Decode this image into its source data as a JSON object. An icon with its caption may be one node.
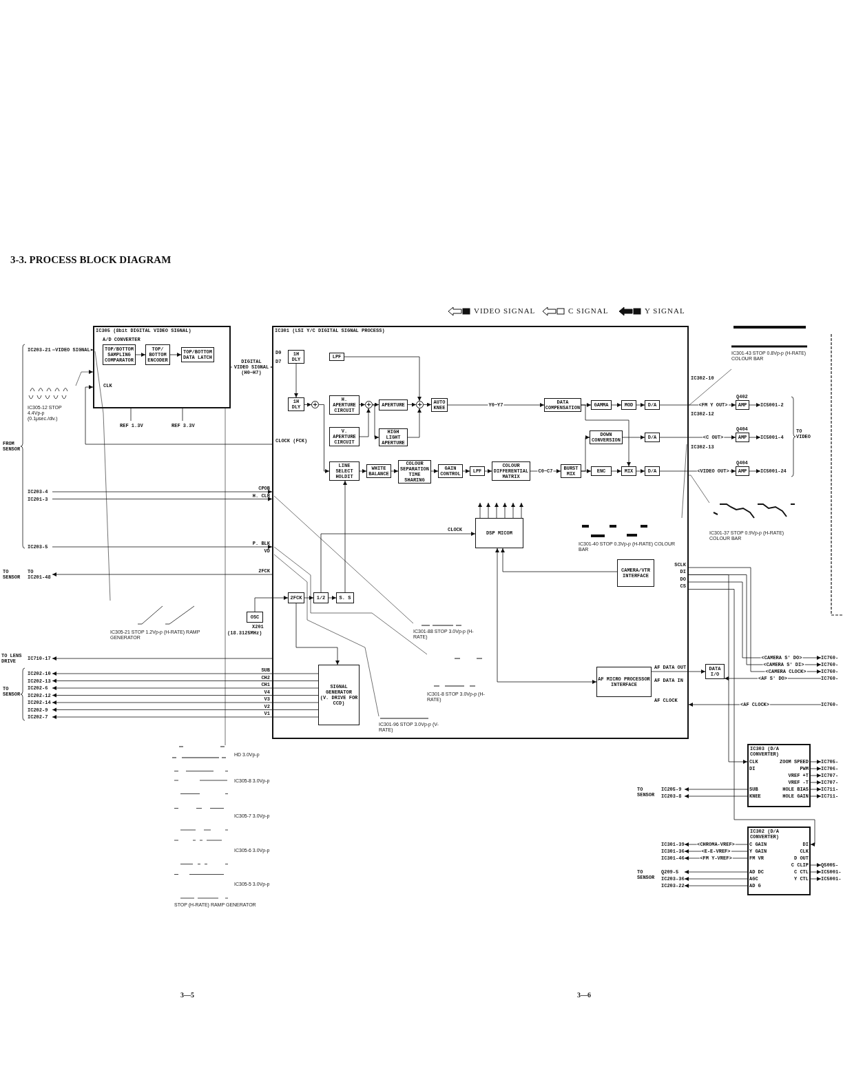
{
  "diagram": {
    "title": "3-3. PROCESS BLOCK DIAGRAM",
    "nodes": [
      {
        "text": [
          "IC305 (8bit DIGITAL VIDEO SIGNAL)",
          "A/D CONVERTER"
        ]
      },
      {
        "text": [
          "TOP/BOTTOM SAMPLING COMPARATOR"
        ],
        "in": 0
      },
      {
        "text": [
          "TOP/ BOTTOM ENCODER"
        ],
        "in": 0
      },
      {
        "text": [
          "TOP/BOTTOM DATA LATCH"
        ],
        "in": 0
      },
      {
        "text": [
          "IC301 (LSI Y/C DIGITAL SIGNAL PROCESS)"
        ]
      },
      {
        "text": [
          "1H DLY"
        ],
        "in": 4
      },
      {
        "text": [
          "1H DLY"
        ],
        "in": 4
      },
      {
        "text": [
          "LPF"
        ],
        "in": 4
      },
      {
        "text": [
          "H. APERTURE CIRCUIT"
        ],
        "in": 4
      },
      {
        "text": [
          "V. APERTURE CIRCUIT"
        ],
        "in": 4
      },
      {
        "text": [
          "APERTURE"
        ],
        "in": 4
      },
      {
        "text": [
          "HIGH LIGHT APERTURE"
        ],
        "in": 4
      },
      {
        "text": [
          "AUTO KNEE"
        ],
        "in": 4
      },
      {
        "text": [
          "LINE SELECT HOLDIT"
        ],
        "in": 4
      },
      {
        "text": [
          "WHITE BALANCE"
        ],
        "in": 4
      },
      {
        "text": [
          "COLOUR SEPARATION TIME SHARING"
        ],
        "in": 4
      },
      {
        "text": [
          "GAIN CONTROL"
        ],
        "in": 4
      },
      {
        "text": [
          "LPF"
        ],
        "in": 4
      },
      {
        "text": [
          "COLOUR DIFFERENTIAL MATRIX"
        ],
        "in": 4
      },
      {
        "text": [
          "DATA COMPENSATION"
        ],
        "in": 4
      },
      {
        "text": [
          "GAMMA"
        ],
        "in": 4
      },
      {
        "text": [
          "MOD"
        ],
        "in": 4
      },
      {
        "text": [
          "D/A"
        ],
        "in": 4
      },
      {
        "text": [
          "DOWN CONVERSION"
        ],
        "in": 4
      },
      {
        "text": [
          "D/A"
        ],
        "in": 4
      },
      {
        "text": [
          "BURST MIX"
        ],
        "in": 4
      },
      {
        "text": [
          "ENC"
        ],
        "in": 4
      },
      {
        "text": [
          "MIX"
        ],
        "in": 4
      },
      {
        "text": [
          "D/A"
        ],
        "in": 4
      },
      {
        "text": [
          "DSP MICOM"
        ],
        "in": 4
      },
      {
        "text": [
          "CAMERA/VTR INTERFACE"
        ],
        "in": 4
      },
      {
        "text": [
          "AF MICRO PROCESSOR INTERFACE"
        ],
        "in": 4
      },
      {
        "text": [
          "2FCK"
        ],
        "in": 4
      },
      {
        "text": [
          "1/2"
        ],
        "in": 4
      },
      {
        "text": [
          "S. S"
        ],
        "in": 4
      },
      {
        "text": [
          "OSC"
        ],
        "beside": [
          "X201",
          "(18.3125MHz)"
        ]
      },
      {
        "text": [
          "SIGNAL GENERATOR",
          "(V. DRIVE FOR CCD)"
        ],
        "in": 4
      },
      {
        "text": [
          "DATA I/O"
        ]
      },
      {
        "text": [
          "AMP"
        ],
        "beside": [
          "Q402"
        ]
      },
      {
        "text": [
          "AMP"
        ],
        "beside": [
          "Q404"
        ]
      },
      {
        "text": [
          "AMP"
        ],
        "beside": [
          "Q404"
        ]
      },
      {
        "text": [
          "IC303 (D/A CONVERTER)"
        ]
      },
      {
        "text": [
          "IC302 (D/A CONVERTER)"
        ]
      },
      {
        "text": [
          "+"
        ],
        "in": 4
      },
      {
        "text": [
          "+"
        ],
        "in": 4
      },
      {
        "text": [
          "+"
        ],
        "in": 4
      },
      {
        "text": [
          "IC305-12 STOP 4.4Vp-p (0.1μsec./div.)"
        ]
      },
      {
        "text": [
          "IC305-21 STOP 1.2Vp-p (H-RATE) RAMP GENERATOR"
        ]
      },
      {
        "text": [
          "IC301-88 STOP 3.0Vp-p (H-RATE)"
        ],
        "in": 4
      },
      {
        "text": [
          "IC301-96 STOP 3.0Vp-p (V-RATE)"
        ],
        "in": 4
      },
      {
        "text": [
          "IC301-8 STOP 3.0Vp-p (H-RATE)"
        ],
        "in": 4
      },
      {
        "text": [
          "IC301-43 STOP 0.8Vp-p (H-RATE) COLOUR BAR"
        ]
      },
      {
        "text": [
          "IC301-40 STOP 0.3Vp-p (H-RATE) COLOUR BAR"
        ],
        "in": 4
      },
      {
        "text": [
          "IC301-37 STOP 0.9Vp-p (H-RATE) COLOUR BAR"
        ]
      },
      {
        "text": [
          "HD 3.0Vp-p"
        ]
      },
      {
        "text": [
          "IC203-21"
        ]
      },
      {
        "text": [
          "IC203-4"
        ]
      },
      {
        "text": [
          "IC201-3"
        ]
      },
      {
        "text": [
          "IC203-5"
        ]
      },
      {
        "text": [
          "TO IC201-48"
        ]
      },
      {
        "text": [
          "IC710-17"
        ]
      },
      {
        "text": [
          "IC202-10"
        ]
      },
      {
        "text": [
          "IC202-13"
        ]
      },
      {
        "text": [
          "IC202-6"
        ]
      },
      {
        "text": [
          "IC202-12"
        ]
      },
      {
        "text": [
          "IC202-14"
        ]
      },
      {
        "text": [
          "IC202-9"
        ]
      },
      {
        "text": [
          "IC202-7"
        ]
      },
      {
        "text": [
          "IC5001-2"
        ]
      },
      {
        "text": [
          "IC5001-4"
        ]
      },
      {
        "text": [
          "IC5001-24"
        ]
      },
      {
        "text": [
          "IC760-"
        ]
      },
      {
        "text": [
          "IC760-"
        ]
      },
      {
        "text": [
          "IC760-"
        ]
      },
      {
        "text": [
          "IC760-"
        ]
      },
      {
        "text": [
          "IC760-"
        ]
      },
      {
        "text": [
          "IC205-9"
        ]
      },
      {
        "text": [
          "IC203-8"
        ]
      },
      {
        "text": [
          "IC705-"
        ]
      },
      {
        "text": [
          "IC706-"
        ]
      },
      {
        "text": [
          "IC707-"
        ]
      },
      {
        "text": [
          "IC707-"
        ]
      },
      {
        "text": [
          "IC711-"
        ]
      },
      {
        "text": [
          "IC711-"
        ]
      },
      {
        "text": [
          "IC301-39"
        ]
      },
      {
        "text": [
          "IC301-36"
        ]
      },
      {
        "text": [
          "IC301-46"
        ]
      },
      {
        "text": [
          "Q209-5"
        ]
      },
      {
        "text": [
          "IC203-36"
        ]
      },
      {
        "text": [
          "IC203-22"
        ]
      },
      {
        "text": [
          "Q5005-"
        ]
      },
      {
        "text": [
          "IC5001-"
        ]
      },
      {
        "text": [
          "IC5001-"
        ]
      }
    ],
    "edges": [
      {
        "from": 55,
        "to": 0,
        "arrow": "to",
        "label": "VIDEO SIGNAL"
      },
      {
        "from": 1,
        "to": 2,
        "arrow": "to"
      },
      {
        "from": 2,
        "to": 3,
        "arrow": "to"
      },
      {
        "from": 0,
        "to": 4,
        "arrow": "to",
        "label": "DIGITAL VIDEO SIGNAL (H0~H7)"
      },
      {
        "from": 4,
        "to": 0,
        "arrow": "to"
      },
      {
        "from": 5,
        "to": 6,
        "arrow": "to"
      },
      {
        "from": 6,
        "to": 43,
        "arrow": "to"
      },
      {
        "from": 43,
        "to": 13,
        "arrow": "to"
      },
      {
        "from": 7,
        "to": 45,
        "arrow": "to"
      },
      {
        "from": 8,
        "to": 44,
        "arrow": "to"
      },
      {
        "from": 9,
        "to": 44,
        "arrow": "to"
      },
      {
        "from": 44,
        "to": 10,
        "arrow": "to"
      },
      {
        "from": 44,
        "to": 11,
        "arrow": "to"
      },
      {
        "from": 10,
        "to": 45,
        "arrow": "to"
      },
      {
        "from": 11,
        "to": 45,
        "arrow": "to"
      },
      {
        "from": 45,
        "to": 12,
        "arrow": "to"
      },
      {
        "from": 12,
        "to": 19,
        "arrow": "to",
        "label": "Y0~Y7"
      },
      {
        "from": 13,
        "to": 14,
        "arrow": "to"
      },
      {
        "from": 14,
        "to": 15,
        "arrow": "to"
      },
      {
        "from": 15,
        "to": 16,
        "arrow": "to"
      },
      {
        "from": 16,
        "to": 17,
        "arrow": "to"
      },
      {
        "from": 17,
        "to": 18,
        "arrow": "to"
      },
      {
        "from": 18,
        "to": 25,
        "arrow": "to",
        "label": "C0~C7"
      },
      {
        "from": 19,
        "to": 20,
        "arrow": "to"
      },
      {
        "from": 20,
        "to": 21,
        "arrow": "to"
      },
      {
        "from": 21,
        "to": 22,
        "arrow": "to"
      },
      {
        "from": 19,
        "to": 27,
        "arrow": "to"
      },
      {
        "from": 25,
        "to": 23,
        "arrow": "to"
      },
      {
        "from": 25,
        "to": 26,
        "arrow": "to"
      },
      {
        "from": 26,
        "to": 27,
        "arrow": "to"
      },
      {
        "from": 27,
        "to": 28,
        "arrow": "to"
      },
      {
        "from": 23,
        "to": 24,
        "arrow": "to"
      },
      {
        "from": 22,
        "to": 38,
        "arrow": "to",
        "label": "<FM Y OUT>"
      },
      {
        "from": 24,
        "to": 39,
        "arrow": "to",
        "label": "<C OUT>"
      },
      {
        "from": 28,
        "to": 40,
        "arrow": "to",
        "label": "<VIDEO OUT>"
      },
      {
        "from": 38,
        "to": 68,
        "arrow": "to"
      },
      {
        "from": 39,
        "to": 69,
        "arrow": "to"
      },
      {
        "from": 40,
        "to": 70,
        "arrow": "to"
      },
      {
        "from": 29,
        "to": 31,
        "arrow": "both"
      },
      {
        "from": 31,
        "to": 37,
        "arrow": "to"
      },
      {
        "from": 30,
        "to": 29,
        "arrow": "to"
      },
      {
        "from": 33,
        "to": 29,
        "arrow": "to"
      },
      {
        "from": 34,
        "to": 13,
        "arrow": "to"
      },
      {
        "from": 32,
        "to": 33,
        "arrow": "to"
      },
      {
        "from": 33,
        "to": 34,
        "arrow": "to"
      },
      {
        "from": 32,
        "to": 36,
        "arrow": "to"
      },
      {
        "from": 35,
        "to": 32,
        "arrow": "to"
      },
      {
        "from": 36,
        "to": 61,
        "arrow": "to"
      },
      {
        "from": 36,
        "to": 62,
        "arrow": "to"
      },
      {
        "from": 36,
        "to": 63,
        "arrow": "to"
      },
      {
        "from": 36,
        "to": 64,
        "arrow": "to"
      },
      {
        "from": 36,
        "to": 65,
        "arrow": "to"
      },
      {
        "from": 36,
        "to": 66,
        "arrow": "to"
      },
      {
        "from": 36,
        "to": 67,
        "arrow": "to"
      },
      {
        "from": 56,
        "to": 4,
        "arrow": "to"
      },
      {
        "from": 57,
        "to": 4,
        "arrow": "to"
      },
      {
        "from": 58,
        "to": 4,
        "arrow": "to"
      },
      {
        "from": 4,
        "to": 59,
        "arrow": "to"
      },
      {
        "from": 4,
        "to": 60,
        "arrow": "to"
      },
      {
        "from": 46,
        "to": 0,
        "arrow": "to"
      },
      {
        "from": 47,
        "to": 0,
        "arrow": "none"
      },
      {
        "from": 48,
        "to": 4,
        "arrow": "none"
      },
      {
        "from": 49,
        "to": 4,
        "arrow": "none"
      },
      {
        "from": 50,
        "to": 4,
        "arrow": "none"
      },
      {
        "from": 51,
        "to": 4,
        "arrow": "none"
      },
      {
        "from": 52,
        "to": 4,
        "arrow": "none"
      },
      {
        "from": 53,
        "to": 4,
        "arrow": "none"
      },
      {
        "from": 54,
        "to": 0,
        "arrow": "none"
      },
      {
        "from": 4,
        "to": 71,
        "arrow": "to",
        "label": "<CAMERA S' DO>"
      },
      {
        "from": 4,
        "to": 72,
        "arrow": "to",
        "label": "<CAMERA S' DI>"
      },
      {
        "from": 4,
        "to": 73,
        "arrow": "to",
        "label": "<CAMERA CLOCK>"
      },
      {
        "from": 74,
        "to": 37,
        "arrow": "to",
        "label": "<AF S' DO>"
      },
      {
        "from": 75,
        "to": 4,
        "arrow": "to",
        "label": "<AF CLOCK>"
      },
      {
        "from": 4,
        "to": 41,
        "arrow": "to"
      },
      {
        "from": 4,
        "to": 42,
        "arrow": "to"
      },
      {
        "from": 41,
        "to": 76,
        "arrow": "to"
      },
      {
        "from": 41,
        "to": 77,
        "arrow": "to"
      },
      {
        "from": 41,
        "to": 78,
        "arrow": "to"
      },
      {
        "from": 41,
        "to": 79,
        "arrow": "to"
      },
      {
        "from": 41,
        "to": 80,
        "arrow": "to"
      },
      {
        "from": 41,
        "to": 81,
        "arrow": "to"
      },
      {
        "from": 41,
        "to": 82,
        "arrow": "to"
      },
      {
        "from": 41,
        "to": 83,
        "arrow": "to"
      },
      {
        "from": 42,
        "to": 84,
        "arrow": "to",
        "label": "<CHROMA-VREF>"
      },
      {
        "from": 42,
        "to": 85,
        "arrow": "to",
        "label": "<E-E-VREF>"
      },
      {
        "from": 42,
        "to": 86,
        "arrow": "to",
        "label": "<FM Y-VREF>"
      },
      {
        "from": 42,
        "to": 87,
        "arrow": "to"
      },
      {
        "from": 42,
        "to": 88,
        "arrow": "to"
      },
      {
        "from": 42,
        "to": 89,
        "arrow": "to"
      },
      {
        "from": 42,
        "to": 90,
        "arrow": "to"
      },
      {
        "from": 42,
        "to": 91,
        "arrow": "to"
      },
      {
        "from": 42,
        "to": 92,
        "arrow": "to"
      },
      {
        "from": 29,
        "to": null,
        "arrow": "to"
      },
      {
        "from": 29,
        "to": null,
        "arrow": "to"
      },
      {
        "from": 29,
        "to": null,
        "arrow": "to"
      },
      {
        "from": 29,
        "to": null,
        "arrow": "to"
      },
      {
        "from": 29,
        "to": null,
        "arrow": "to"
      },
      {
        "from": 29,
        "to": null,
        "arrow": "to"
      }
    ],
    "labels": [
      "FROM SENSOR",
      "TO SENSOR",
      "TO LENS DRIVE",
      "TO SENSOR",
      "REF 1.3V",
      "REF 3.3V",
      "CLK",
      "D0",
      "D7",
      "CLOCK (FCK)",
      "CPOB",
      "H. CLR",
      "P. BLK",
      "VD",
      "2FCK",
      "SUB",
      "CH2",
      "CH1",
      "V4",
      "V3",
      "V2",
      "V1",
      "CLOCK",
      "IC302-10",
      "IC302-12",
      "IC302-13",
      "TO VIDEO",
      "SCLK",
      "DI",
      "DO",
      "CS",
      "AF DATA OUT",
      "AF DATA IN",
      "AF CLOCK",
      "CLK",
      "DI",
      "SUB",
      "KNEE",
      "ZOOM SPEED",
      "PWM",
      "VREF +T",
      "VREF -T",
      "HOLE BIAS",
      "HOLE GAIN",
      "TO SENSOR",
      "C GAIN",
      "Y GAIN",
      "FM VR",
      "AD DC",
      "AGC",
      "AD G",
      "DI",
      "CLK",
      "D OUT",
      "C CLIP",
      "C CTL",
      "Y CTL",
      "TO SENSOR",
      "IC305-8 3.0Vp-p",
      "IC305-7 3.0Vp-p",
      "IC305-6 3.0Vp-p",
      "IC305-5 3.0Vp-p",
      "STOP (H-RATE) RAMP GENERATOR",
      "3—5",
      "3—6"
    ],
    "legend": [
      {
        "text": "VIDEO SIGNAL"
      },
      {
        "text": "C SIGNAL"
      },
      {
        "text": "Y SIGNAL"
      }
    ]
  }
}
